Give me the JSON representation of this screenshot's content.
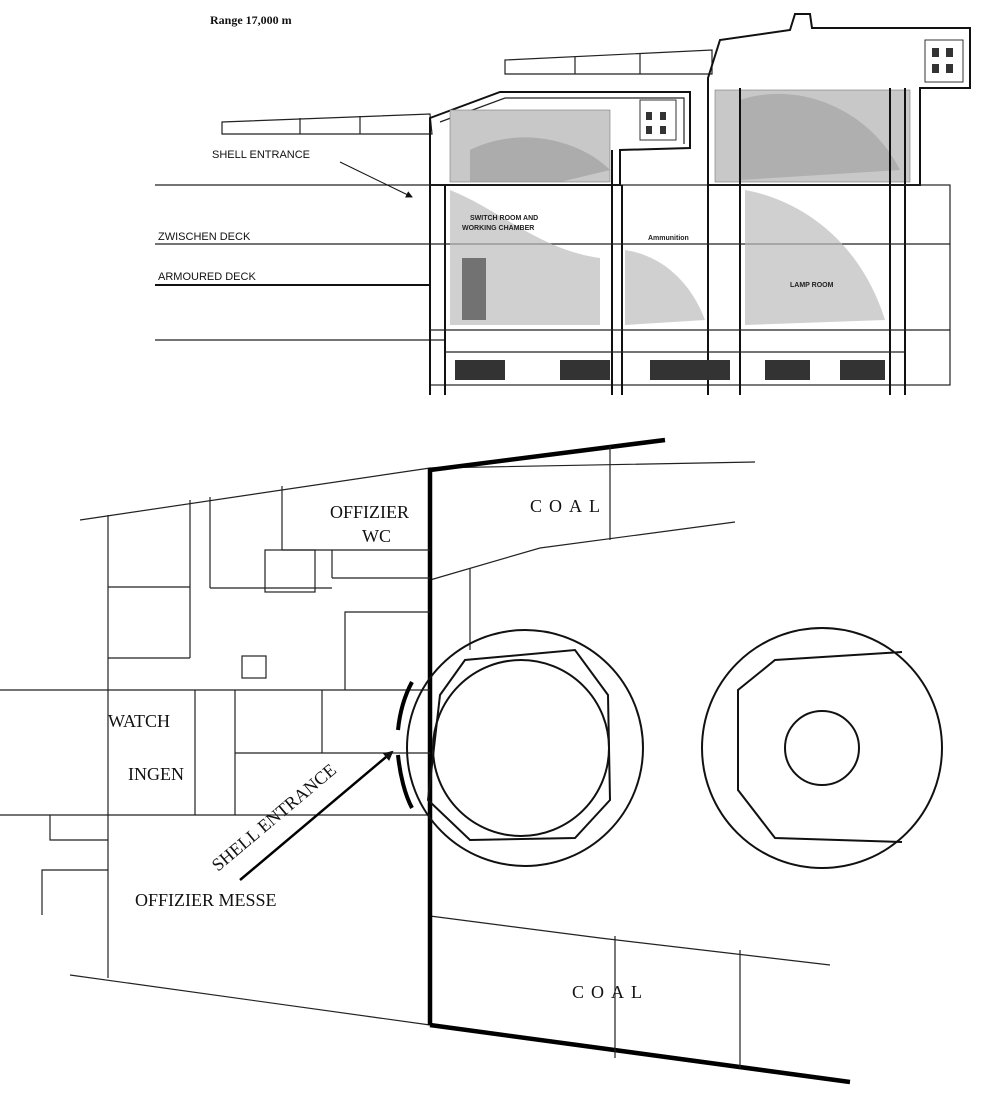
{
  "elevation": {
    "range": "Range 17,000 m",
    "shell_entrance": "SHELL ENTRANCE",
    "zwischen_deck": "ZWISCHEN DECK",
    "armoured_deck": "ARMOURED DECK",
    "switch_room_1": "SWITCH ROOM AND",
    "switch_room_2": "WORKING CHAMBER",
    "ammunition": "Ammunition",
    "lamp_room": "LAMP ROOM"
  },
  "plan": {
    "offizier_wc_1": "OFFIZIER",
    "offizier_wc_2": "WC",
    "coal_top": "COAL",
    "coal_bottom": "COAL",
    "watch": "WATCH",
    "ingen": "INGEN",
    "shell_entrance": "SHELL ENTRANCE",
    "offizier_messe": "OFFIZIER MESSE"
  },
  "colors": {
    "ink": "#111111",
    "shade": "#c8c8c8",
    "paper": "#ffffff"
  }
}
